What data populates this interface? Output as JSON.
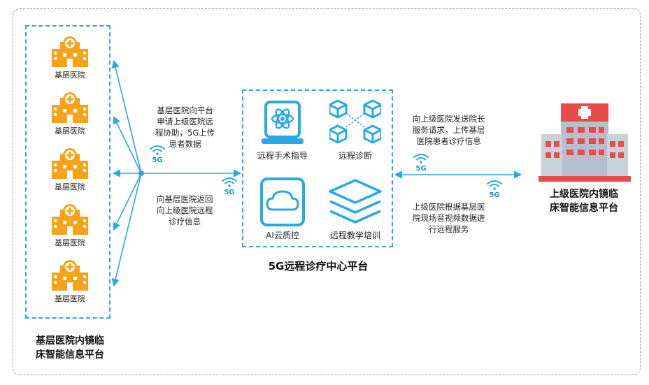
{
  "left_platform": {
    "clinics": [
      "基层医院",
      "基层医院",
      "基层医院",
      "基层医院",
      "基层医院"
    ],
    "caption_line1": "基层医院内镜临",
    "caption_line2": "床智能信息平台"
  },
  "center_platform": {
    "services": [
      "远程手术指导",
      "远程诊断",
      "AI云质控",
      "远程教学培训"
    ],
    "caption": "5G远程诊疗中心平台"
  },
  "right_platform": {
    "caption_line1": "上级医院内镜临",
    "caption_line2": "床智能信息平台"
  },
  "notes": {
    "left_top": [
      "基层医院向平台",
      "申请上级医院远",
      "程协助，5G上传",
      "患者数据"
    ],
    "left_bottom": [
      "向基层医院返回",
      "向上级医院远程",
      "诊疗信息"
    ],
    "right_top": [
      "向上级医院发送院长",
      "服务请求，上传基层",
      "医院患者诊疗信息"
    ],
    "right_bottom": [
      "上级医院根据基层医",
      "院现场音视频数据进",
      "行远程服务"
    ]
  },
  "signal_label": "5G",
  "colors": {
    "accent_blue": "#29a9e6",
    "clinic_orange": "#f4a31b",
    "hospital_red": "#e94b4b",
    "hospital_gray": "#b6c0cc"
  }
}
